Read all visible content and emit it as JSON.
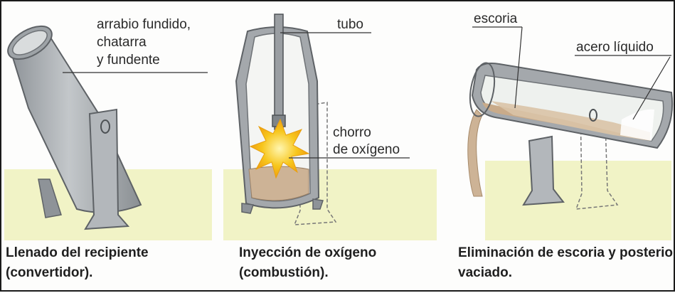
{
  "panels": [
    {
      "labels": [
        "arrabio fundido,",
        "chatarra",
        "y fundente"
      ],
      "caption": [
        "Llenado del recipiente",
        "(convertidor)."
      ]
    },
    {
      "labels": [
        "tubo",
        "chorro",
        "de oxígeno"
      ],
      "caption": [
        "Inyección de oxígeno",
        "(combustión)."
      ]
    },
    {
      "labels": [
        "escoria",
        "acero líquido"
      ],
      "caption": [
        "Eliminación de escoria y posterior",
        "vaciado."
      ]
    }
  ],
  "colors": {
    "ground": "#f1f3c6",
    "vessel": "#a9adb1",
    "vessel_dark": "#7f8488",
    "steel": "#e8ebe9",
    "slag": "#c9ab8a",
    "flame": "#f6c21a"
  }
}
